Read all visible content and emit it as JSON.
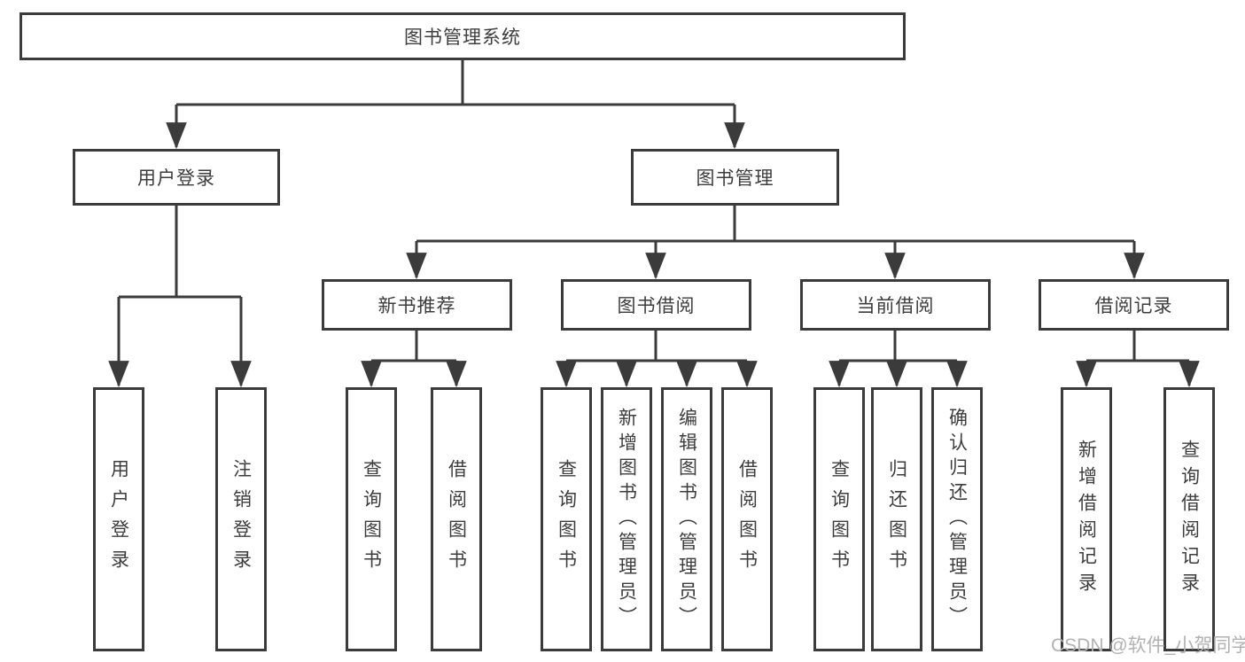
{
  "diagram": {
    "root": {
      "label": "图书管理系统"
    },
    "branches": [
      {
        "label": "用户登录",
        "children": [
          {
            "label": "用户登录"
          },
          {
            "label": "注销登录"
          }
        ]
      },
      {
        "label": "图书管理",
        "children": [
          {
            "label": "新书推荐",
            "children": [
              {
                "label": "查询图书"
              },
              {
                "label": "借阅图书"
              }
            ]
          },
          {
            "label": "图书借阅",
            "children": [
              {
                "label": "查询图书"
              },
              {
                "label": "新增图书（管理员）"
              },
              {
                "label": "编辑图书（管理员）"
              },
              {
                "label": "借阅图书"
              }
            ]
          },
          {
            "label": "当前借阅",
            "children": [
              {
                "label": "查询图书"
              },
              {
                "label": "归还图书"
              },
              {
                "label": "确认归还（管理员）"
              }
            ]
          },
          {
            "label": "借阅记录",
            "children": [
              {
                "label": "新增借阅记录"
              },
              {
                "label": "查询借阅记录"
              }
            ]
          }
        ]
      }
    ]
  },
  "watermark": {
    "text": "CSDN @软件_小贺同学"
  },
  "colors": {
    "line": "#3b3b3b",
    "text": "#3d3d3d",
    "watermark": "#b2b2b2",
    "background": "#ffffff"
  }
}
